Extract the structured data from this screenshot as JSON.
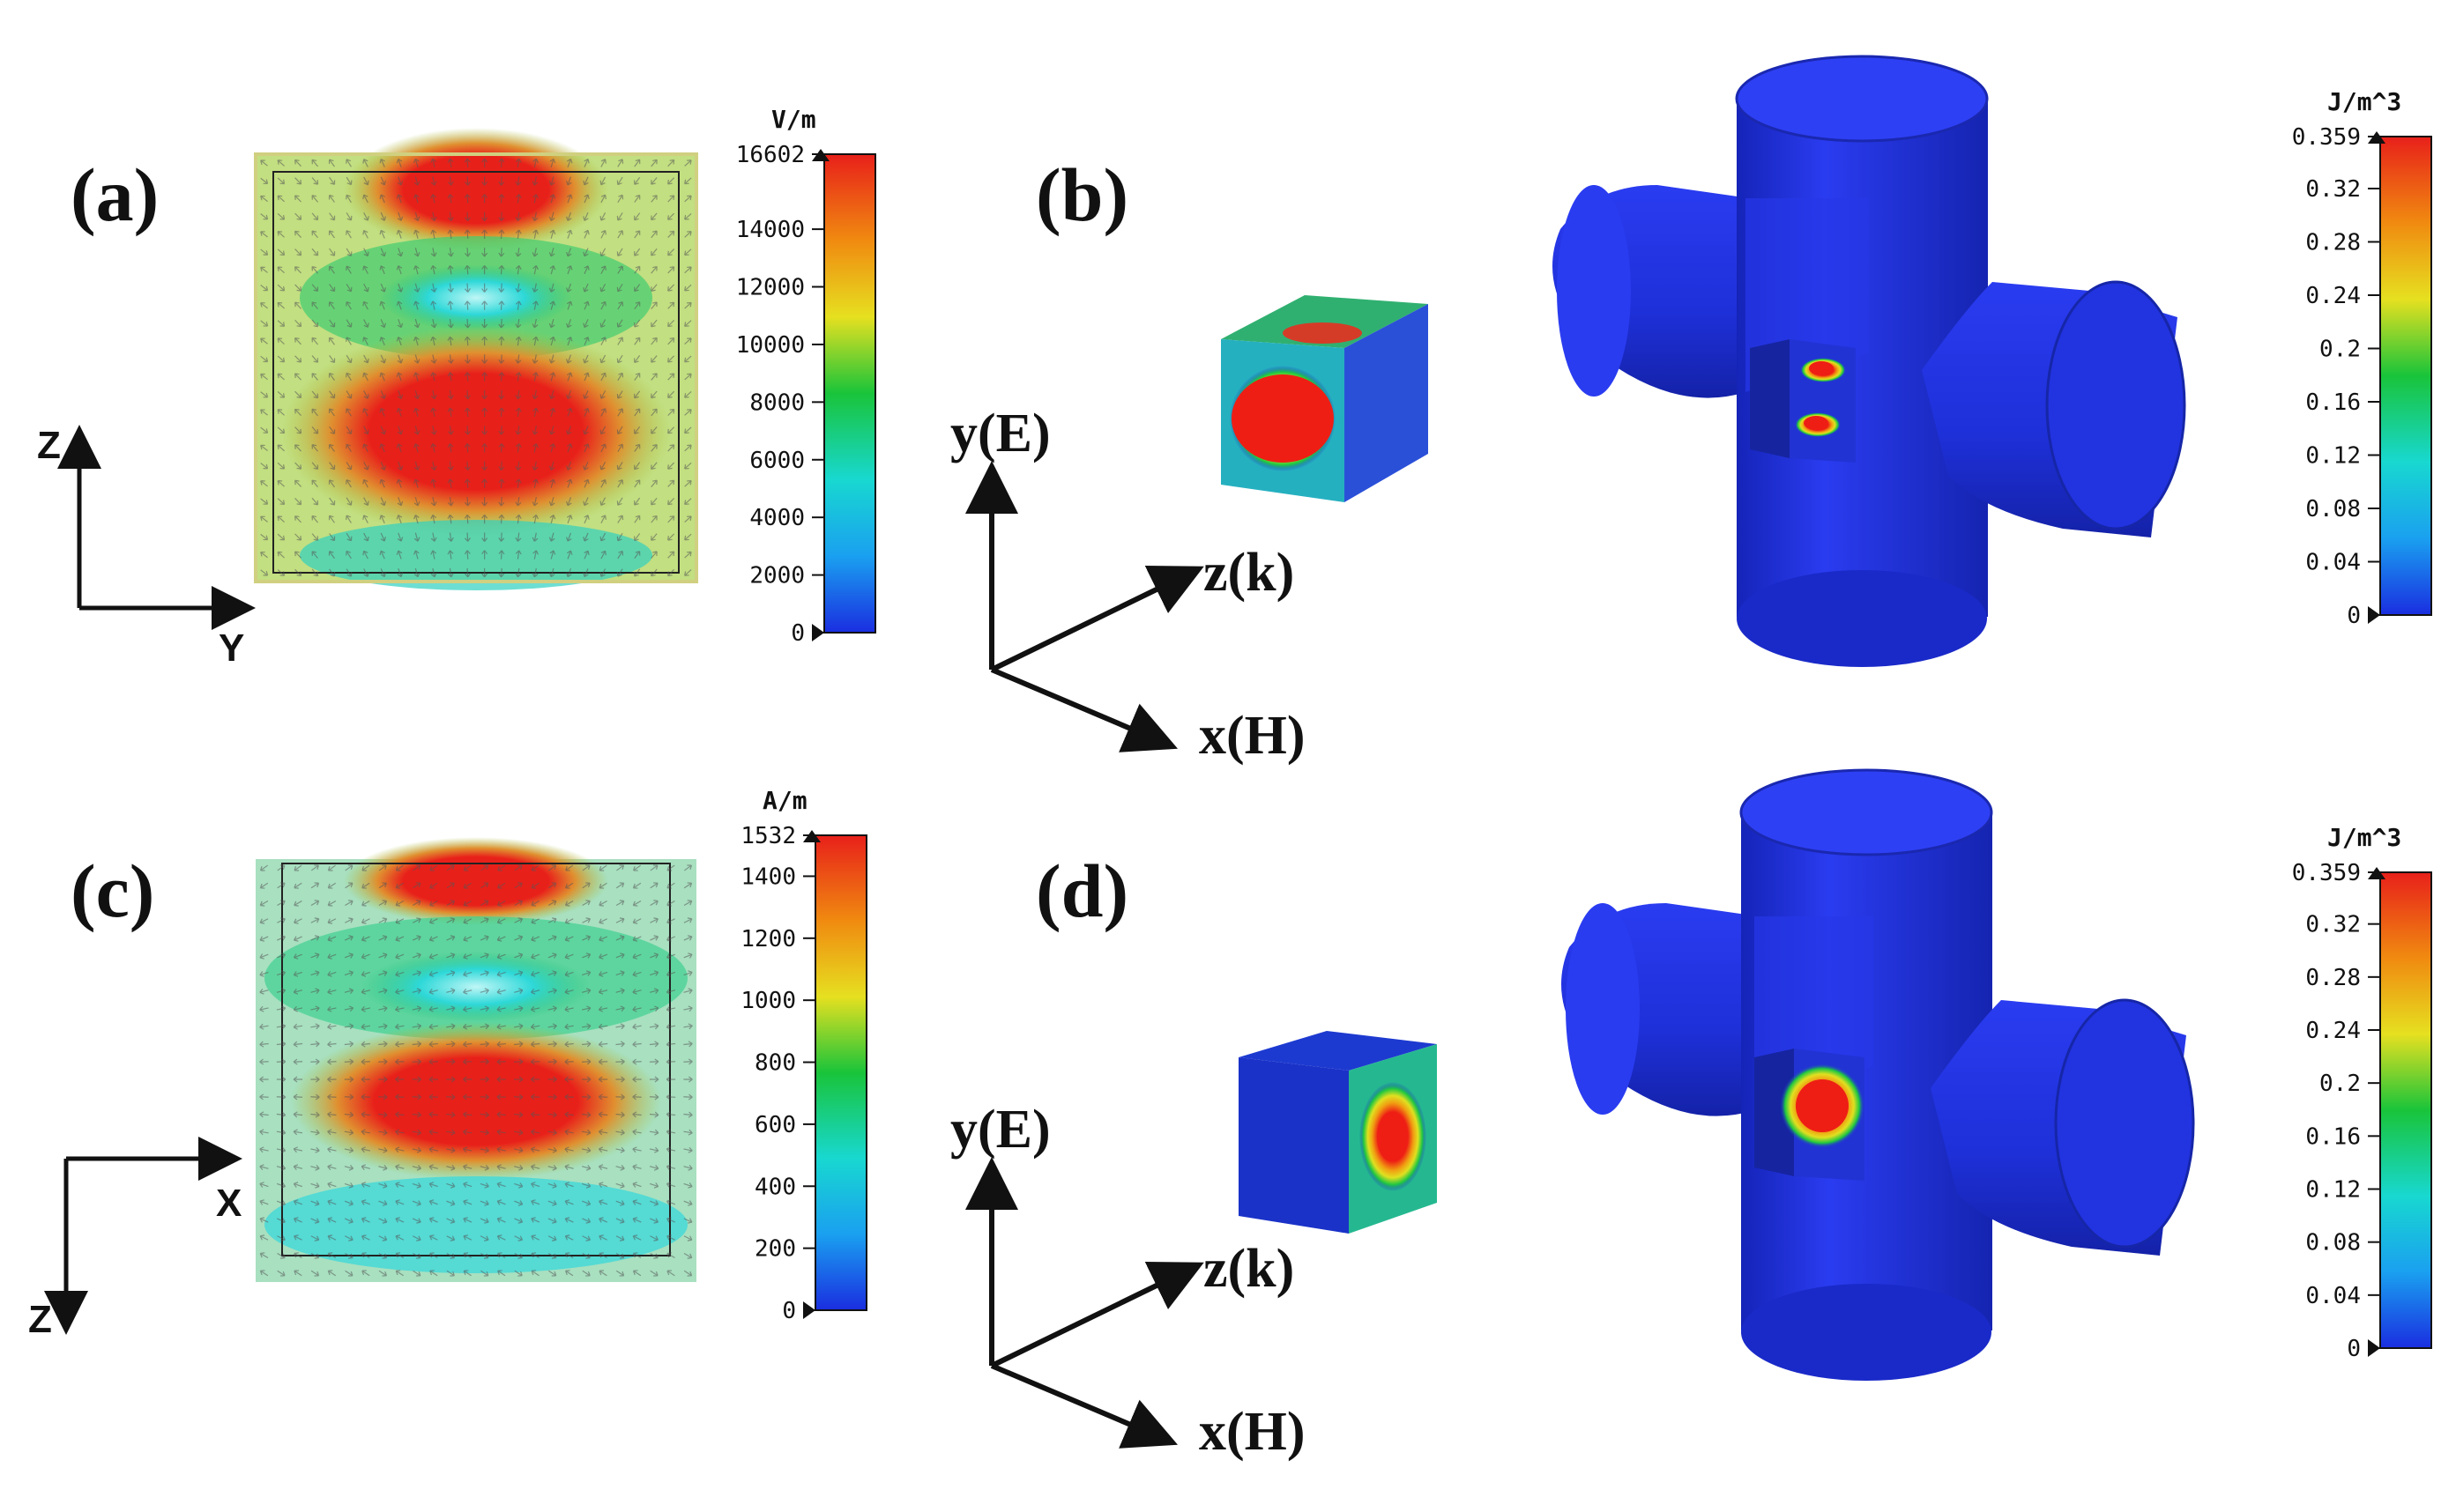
{
  "panels": {
    "a": {
      "label": "(a)",
      "axes": {
        "vertical": "Z",
        "horizontal": "Y"
      },
      "colorbar": {
        "unit": "V/m",
        "ticks": [
          "16602",
          "14000",
          "12000",
          "10000",
          "8000",
          "6000",
          "4000",
          "2000",
          "0"
        ],
        "max": 16602
      }
    },
    "b": {
      "label": "(b)",
      "axes": {
        "y": "y(E)",
        "z": "z(k)",
        "x": "x(H)"
      },
      "colorbar": {
        "unit": "J/m^3",
        "ticks": [
          "0.359",
          "0.32",
          "0.28",
          "0.24",
          "0.2",
          "0.16",
          "0.12",
          "0.08",
          "0.04",
          "0"
        ],
        "max": 0.359
      }
    },
    "c": {
      "label": "(c)",
      "axes": {
        "horizontal": "X",
        "vertical": "Z"
      },
      "colorbar": {
        "unit": "A/m",
        "ticks": [
          "1532",
          "1400",
          "1200",
          "1000",
          "800",
          "600",
          "400",
          "200",
          "0"
        ],
        "max": 1532
      }
    },
    "d": {
      "label": "(d)",
      "axes": {
        "y": "y(E)",
        "z": "z(k)",
        "x": "x(H)"
      },
      "colorbar": {
        "unit": "J/m^3",
        "ticks": [
          "0.359",
          "0.32",
          "0.28",
          "0.24",
          "0.2",
          "0.16",
          "0.12",
          "0.08",
          "0.04",
          "0"
        ],
        "max": 0.359
      }
    }
  },
  "colors": {
    "rainbow_top": "#e8201a",
    "rainbow_mid": "#19c43a",
    "rainbow_bottom": "#1a2ee0",
    "structure_blue": "#1d2fd6"
  }
}
